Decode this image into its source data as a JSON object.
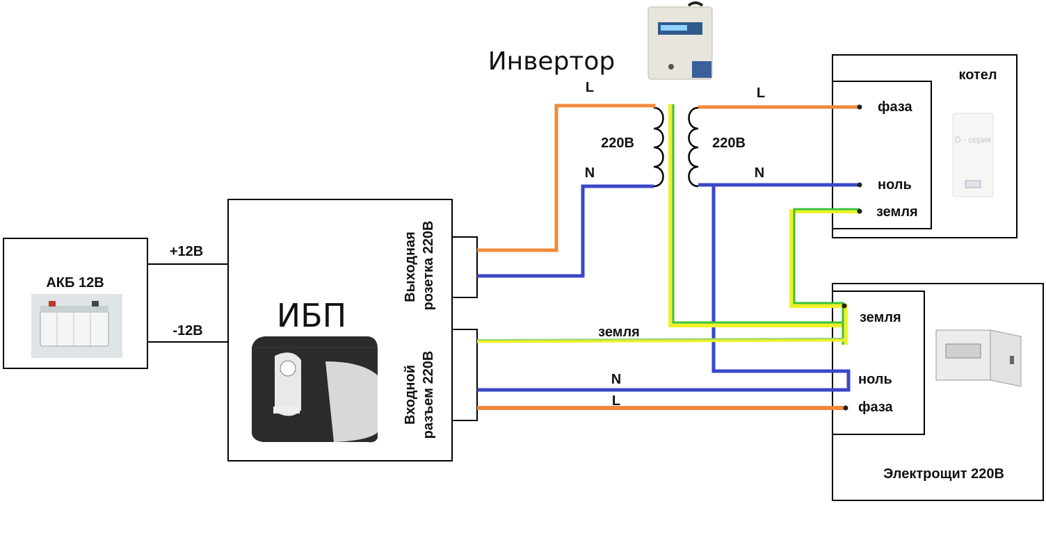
{
  "battery": {
    "label": "АКБ 12В",
    "plus": "+12В",
    "minus": "-12В"
  },
  "ups": {
    "title": "ИБП",
    "output_label_line1": "Выходная",
    "output_label_line2": "розетка 220В",
    "input_label_line1": "Входной",
    "input_label_line2": "разъем 220В"
  },
  "inverter": {
    "title": "Инвертор",
    "left_voltage": "220В",
    "right_voltage": "220В",
    "left_L": "L",
    "left_N": "N",
    "right_L": "L",
    "right_N": "N"
  },
  "boiler": {
    "title": "котел",
    "phase": "фаза",
    "neutral": "ноль",
    "ground": "земля",
    "device_text": "D - серия"
  },
  "panel": {
    "title": "Электрощит 220В",
    "ground": "земля",
    "neutral": "ноль",
    "phase": "фаза"
  },
  "mains": {
    "ground": "земля",
    "N": "N",
    "L": "L"
  },
  "colors": {
    "phase": "#f08a3c",
    "neutral": "#3a47c8",
    "ground_yellow": "#f0f02a",
    "ground_green": "#3cc23c",
    "box": "#000000"
  }
}
